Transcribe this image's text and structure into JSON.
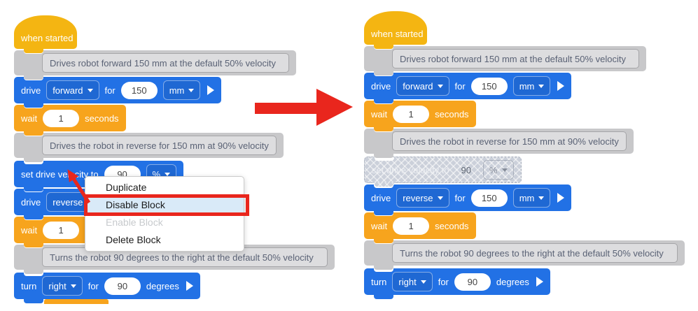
{
  "colors": {
    "block_blue": "#2271E5",
    "hat_yellow": "#F4B512",
    "wait_orange": "#F7A41D",
    "comment_gray": "#C8C8CA",
    "comment_inner": "#DDDDDF",
    "disabled_gray": "#CBD0DA",
    "menu_highlight": "#D9EAF8",
    "annotation_red": "#E9261D"
  },
  "program": {
    "when_started": "when started",
    "comment_forward": "Drives robot forward 150 mm at the default 50% velocity",
    "drive_forward": {
      "verb": "drive",
      "direction": "forward",
      "for": "for",
      "distance": "150",
      "unit": "mm"
    },
    "wait": {
      "verb": "wait",
      "value": "1",
      "unit": "seconds"
    },
    "comment_reverse": "Drives the robot in reverse for 150 mm at 90% velocity",
    "set_velocity": {
      "verb": "set drive velocity to",
      "value": "90",
      "unit": "%"
    },
    "drive_reverse": {
      "verb": "drive",
      "direction": "reverse",
      "for": "for",
      "distance": "150",
      "unit": "mm"
    },
    "comment_turn": "Turns the robot 90 degrees to the right at the default 50% velocity",
    "turn": {
      "verb": "turn",
      "direction": "right",
      "for": "for",
      "angle": "90",
      "unit": "degrees"
    }
  },
  "context_menu": {
    "items": [
      {
        "label": "Duplicate",
        "state": "normal"
      },
      {
        "label": "Disable Block",
        "state": "highlighted"
      },
      {
        "label": "Enable Block",
        "state": "disabled"
      },
      {
        "label": "Delete Block",
        "state": "normal"
      }
    ]
  }
}
